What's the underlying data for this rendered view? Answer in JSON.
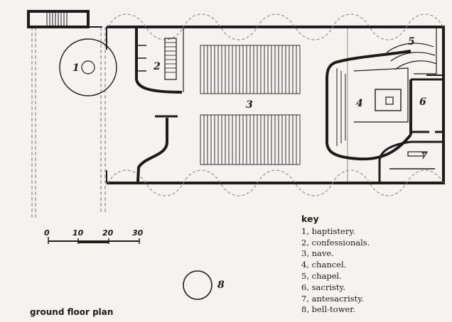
{
  "plan": {
    "caption": "ground floor plan",
    "room_numbers": [
      "1",
      "2",
      "3",
      "4",
      "5",
      "6",
      "7",
      "8"
    ],
    "scale_ticks": [
      "0",
      "10",
      "20",
      "30"
    ]
  },
  "key": {
    "title": "key",
    "items": [
      "1, baptistery.",
      "2, confessionals.",
      "3, nave.",
      "4, chancel.",
      "5, chapel.",
      "6, sacristy.",
      "7, antesacristy.",
      "8, bell-tower."
    ]
  },
  "colors": {
    "ink": "#1c1c1c",
    "paper": "#f4f3ef",
    "dashed": "#8a8a8a"
  }
}
